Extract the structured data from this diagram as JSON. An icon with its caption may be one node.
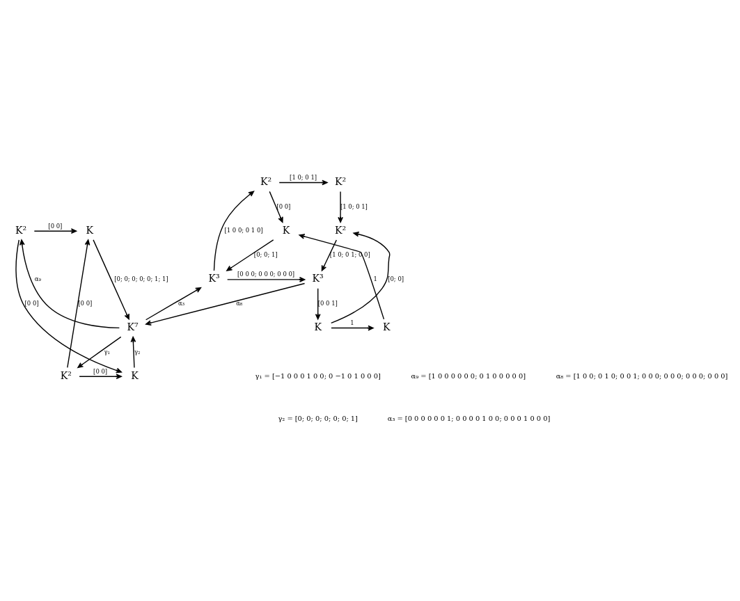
{
  "diagram": {
    "nodes": [
      {
        "text": [
          "K²"
        ]
      },
      {
        "text": [
          "K²"
        ]
      },
      {
        "text": [
          "K²"
        ]
      },
      {
        "text": [
          "K²"
        ]
      },
      {
        "text": [
          "K"
        ]
      },
      {
        "text": [
          "K"
        ]
      },
      {
        "text": [
          "K²"
        ]
      },
      {
        "text": [
          "K"
        ]
      },
      {
        "text": [
          "K⁷"
        ]
      },
      {
        "text": [
          "K³"
        ]
      },
      {
        "text": [
          "K³"
        ]
      },
      {
        "text": [
          "K"
        ]
      },
      {
        "text": [
          "K"
        ]
      }
    ],
    "edges": [
      {
        "from": 1,
        "to": 0,
        "arrow": "to",
        "label": "[1 0; 0 1]"
      },
      {
        "from": 0,
        "to": 2,
        "arrow": "to",
        "label": "[1 0; 0 1]"
      },
      {
        "from": 1,
        "to": 5,
        "arrow": "to",
        "label": "[0 0]"
      },
      {
        "from": 3,
        "to": 4,
        "arrow": "to",
        "label": "[0 0]"
      },
      {
        "from": 3,
        "to": 7,
        "arrow": "to",
        "label": "[0 0]"
      },
      {
        "from": 6,
        "to": 4,
        "arrow": "to",
        "label": "[0 0]"
      },
      {
        "from": 6,
        "to": 7,
        "arrow": "to",
        "label": "[0 0]"
      },
      {
        "from": 8,
        "to": 6,
        "arrow": "to",
        "label": "γ₁"
      },
      {
        "from": 7,
        "to": 8,
        "arrow": "to",
        "label": "γ₂"
      },
      {
        "from": 8,
        "to": 3,
        "arrow": "to",
        "label": "α₉"
      },
      {
        "from": 4,
        "to": 8,
        "arrow": "to",
        "label": "[0; 0; 0; 0; 0; 1; 1]"
      },
      {
        "from": 10,
        "to": 1,
        "arrow": "to",
        "label": "[1 0 0; 0 1 0]"
      },
      {
        "from": 5,
        "to": 10,
        "arrow": "to",
        "label": "[0; 0; 1]"
      },
      {
        "from": 12,
        "to": 5,
        "arrow": "to",
        "label": "1"
      },
      {
        "from": 9,
        "to": 8,
        "arrow": "to",
        "label": "α₈"
      },
      {
        "from": 8,
        "to": 10,
        "arrow": "to",
        "label": "α₃"
      },
      {
        "from": 10,
        "to": 9,
        "arrow": "to",
        "label": "[0 0 0; 0 0 0; 0 0 0]"
      },
      {
        "from": 9,
        "to": 11,
        "arrow": "to",
        "label": "[0 0 1]"
      },
      {
        "from": 11,
        "to": 2,
        "arrow": "to",
        "label": "[0; 0]"
      },
      {
        "from": 2,
        "to": 9,
        "arrow": "to",
        "label": "[1 0; 0 1; 0 0]"
      },
      {
        "from": 11,
        "to": 12,
        "arrow": "to",
        "label": "1"
      }
    ],
    "labels": [
      "γ₁ = [−1 0 0 0 1 0 0; 0 −1 0 1 0 0 0]",
      "α₉ = [1 0 0 0 0 0 0; 0 1 0 0 0 0 0]",
      "α₈ = [1 0 0; 0 1 0; 0 0 1; 0 0 0; 0 0 0; 0 0 0; 0 0 0]",
      "γ₂ = [0; 0; 0; 0; 0; 0; 1]",
      "α₃ = [0 0 0 0 0 0 1; 0 0 0 0 1 0 0; 0 0 0 1 0 0 0]"
    ]
  }
}
